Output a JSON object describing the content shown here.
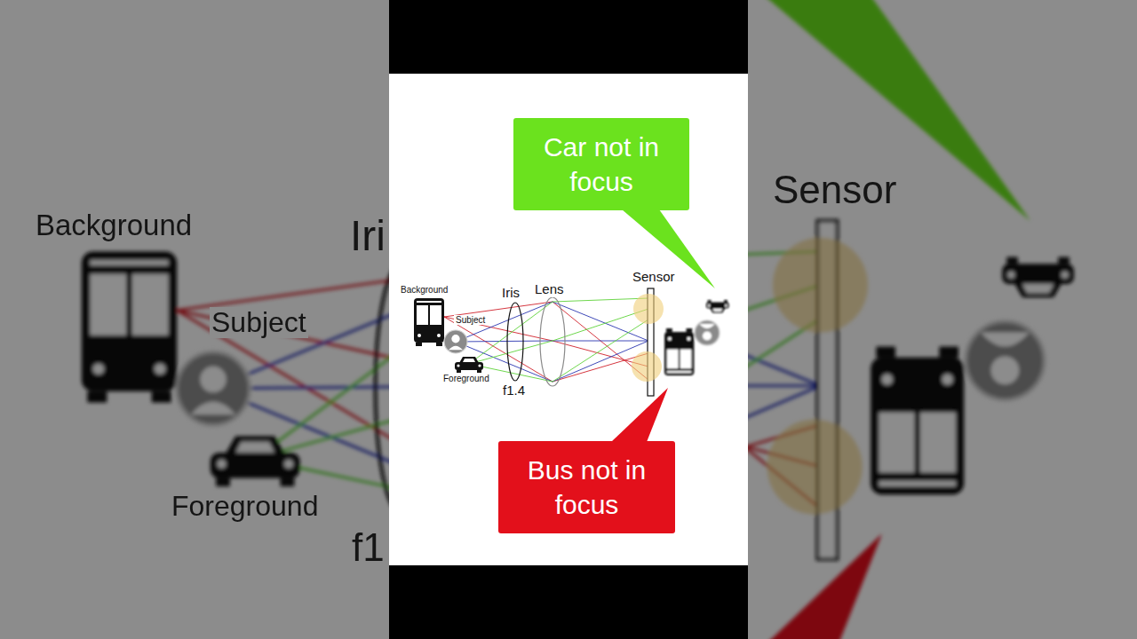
{
  "diagram": {
    "nodes": [
      {
        "text": [
          "Car not in focus"
        ]
      },
      {
        "text": [
          "Bus not in focus"
        ]
      }
    ],
    "labels": [
      "Background",
      "Subject",
      "Foreground",
      "Iri",
      "f1",
      "Background",
      "Subject",
      "Foreground",
      "Iris",
      "Lens",
      "f1.4",
      "Sensor",
      "Sensor"
    ]
  }
}
